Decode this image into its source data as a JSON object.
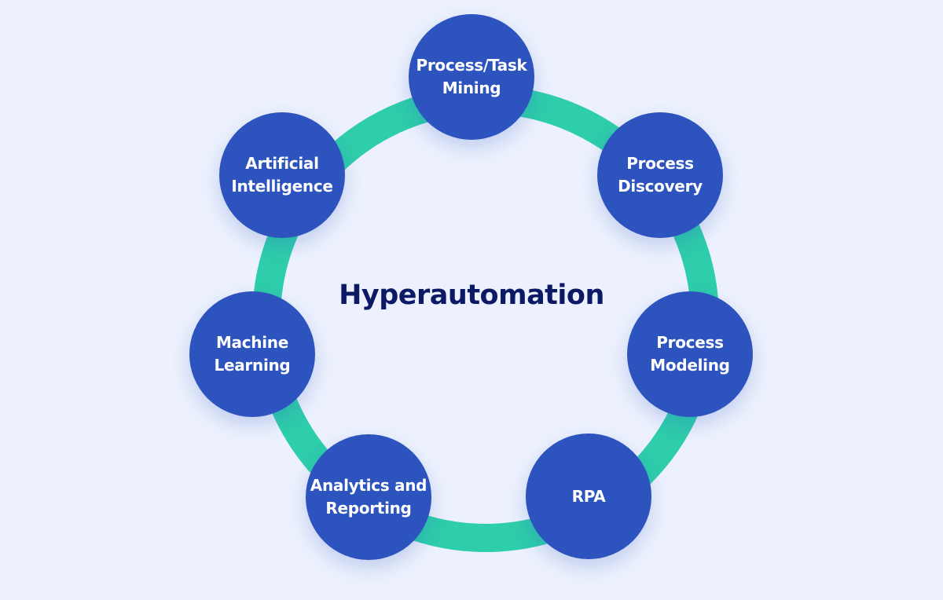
{
  "diagram": {
    "title": "Hyperautomation",
    "colors": {
      "background": "#ecf1fd",
      "ring": "#2ecdab",
      "node": "#2c53be",
      "title": "#0c1a66"
    },
    "nodes": [
      {
        "label": "Process/Task\nMining"
      },
      {
        "label": "Process\nDiscovery"
      },
      {
        "label": "Process\nModeling"
      },
      {
        "label": "RPA"
      },
      {
        "label": "Analytics and\nReporting"
      },
      {
        "label": "Machine\nLearning"
      },
      {
        "label": "Artificial\nIntelligence"
      }
    ]
  }
}
